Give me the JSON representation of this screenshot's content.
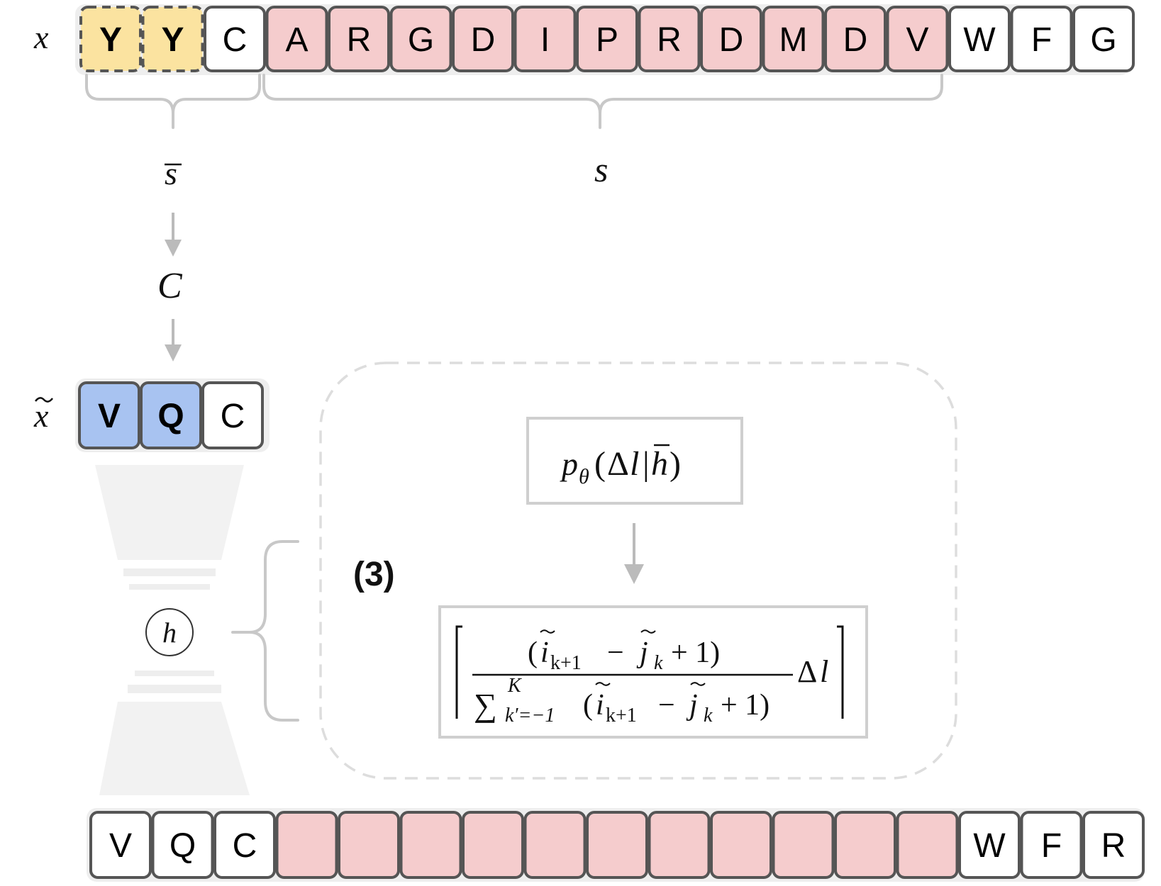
{
  "labels": {
    "x": "x",
    "x_tilde": "x",
    "s_bar": "s",
    "s": "s",
    "C": "C",
    "h": "h",
    "step": "(3)"
  },
  "row_x": {
    "tokens": [
      {
        "t": "Y",
        "kind": "yellow"
      },
      {
        "t": "Y",
        "kind": "yellow"
      },
      {
        "t": "C",
        "kind": "white"
      },
      {
        "t": "A",
        "kind": "pink"
      },
      {
        "t": "R",
        "kind": "pink"
      },
      {
        "t": "G",
        "kind": "pink"
      },
      {
        "t": "D",
        "kind": "pink"
      },
      {
        "t": "I",
        "kind": "pink"
      },
      {
        "t": "P",
        "kind": "pink"
      },
      {
        "t": "R",
        "kind": "pink"
      },
      {
        "t": "D",
        "kind": "pink"
      },
      {
        "t": "M",
        "kind": "pink"
      },
      {
        "t": "D",
        "kind": "pink"
      },
      {
        "t": "V",
        "kind": "pink"
      },
      {
        "t": "W",
        "kind": "white"
      },
      {
        "t": "F",
        "kind": "white"
      },
      {
        "t": "G",
        "kind": "white"
      }
    ]
  },
  "row_xt": {
    "tokens": [
      {
        "t": "V",
        "kind": "blue"
      },
      {
        "t": "Q",
        "kind": "blue"
      },
      {
        "t": "C",
        "kind": "white"
      }
    ]
  },
  "row_out": {
    "tokens": [
      {
        "t": "V",
        "kind": "white"
      },
      {
        "t": "Q",
        "kind": "white"
      },
      {
        "t": "C",
        "kind": "white"
      },
      {
        "t": "",
        "kind": "pink"
      },
      {
        "t": "",
        "kind": "pink"
      },
      {
        "t": "",
        "kind": "pink"
      },
      {
        "t": "",
        "kind": "pink"
      },
      {
        "t": "",
        "kind": "pink"
      },
      {
        "t": "",
        "kind": "pink"
      },
      {
        "t": "",
        "kind": "pink"
      },
      {
        "t": "",
        "kind": "pink"
      },
      {
        "t": "",
        "kind": "pink"
      },
      {
        "t": "",
        "kind": "pink"
      },
      {
        "t": "",
        "kind": "pink"
      },
      {
        "t": "W",
        "kind": "white"
      },
      {
        "t": "F",
        "kind": "white"
      },
      {
        "t": "R",
        "kind": "white"
      }
    ]
  },
  "formula_top": {
    "p": "p",
    "theta": "θ",
    "open": "(",
    "delta": "Δ",
    "l": "l",
    "bar": "|",
    "h": "h",
    "close": ")"
  },
  "formula_main": {
    "numerator_open": "(",
    "i": "i",
    "k_plus_1": "k+1",
    "minus": "−",
    "j": "j",
    "k": "k",
    "plus_one": "+ 1)",
    "sum": "∑",
    "K": "K",
    "sum_index": "k′=−1",
    "delta": "Δ",
    "l": "l"
  },
  "colors": {
    "yellow": "#fbe3a0",
    "pink": "#f5cccd",
    "blue": "#a8c3f1",
    "white": "#ffffff",
    "border": "#555555",
    "gray": "#bbbbbb",
    "light": "#eeeeee"
  }
}
